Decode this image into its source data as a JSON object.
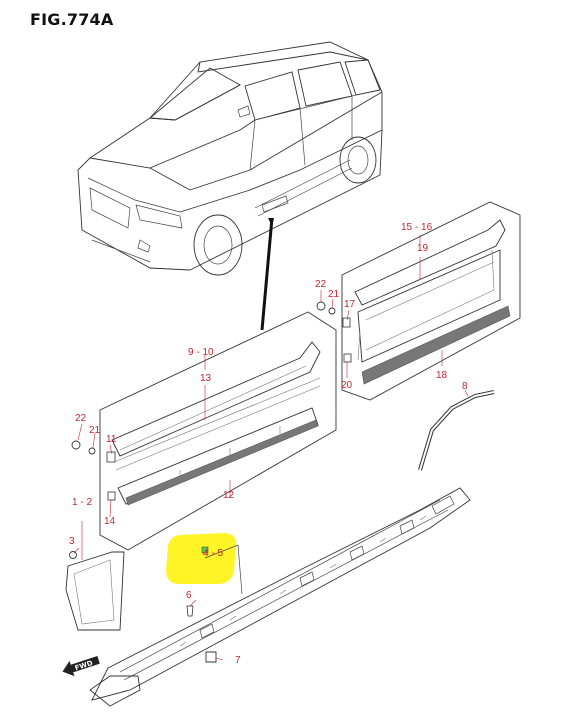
{
  "figure_title": "FIG.774A",
  "fwd_label": "FWD",
  "colors": {
    "label": "#c1272d",
    "line": "#333333",
    "highlight": "#fff200"
  },
  "callouts": {
    "c1_2": "1 - 2",
    "c3": "3",
    "c4_5": "4 - 5",
    "c6": "6",
    "c7": "7",
    "c8": "8",
    "c9_10": "9 - 10",
    "c11": "11",
    "c12": "12",
    "c13": "13",
    "c14": "14",
    "c15_16": "15 - 16",
    "c17": "17",
    "c18": "18",
    "c19": "19",
    "c20": "20",
    "c21a": "21",
    "c22a": "22",
    "c21b": "21",
    "c22b": "22"
  }
}
